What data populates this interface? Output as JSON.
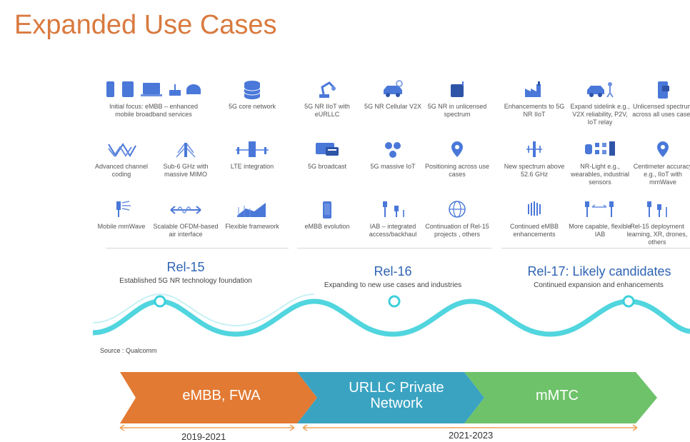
{
  "slide": {
    "title": "Expanded Use Cases",
    "source": "Source : Qualcomm"
  },
  "rel15": {
    "title": "Rel-15",
    "subtitle": "Established 5G NR technology foundation",
    "items": [
      {
        "label": "Initial focus: eMBB – enhanced mobile broadband services",
        "icon": "devices-icon"
      },
      {
        "label": "5G core network",
        "icon": "database-icon"
      },
      {
        "label": "Advanced channel coding",
        "icon": "channel-coding-icon"
      },
      {
        "label": "Sub-6 GHz with massive MIMO",
        "icon": "antenna-icon"
      },
      {
        "label": "LTE integration",
        "icon": "lte-integration-icon"
      },
      {
        "label": "Mobile mmWave",
        "icon": "mmwave-icon"
      },
      {
        "label": "Scalable OFDM-based air interface",
        "icon": "ofdm-icon"
      },
      {
        "label": "Flexible framework",
        "icon": "framework-icon"
      }
    ]
  },
  "rel16": {
    "title": "Rel-16",
    "subtitle": "Expanding to new use cases and industries",
    "items": [
      {
        "label": "5G NR IIoT with eURLLC",
        "icon": "robot-arm-icon"
      },
      {
        "label": "5G NR Cellular V2X",
        "icon": "car-icon"
      },
      {
        "label": "5G NR in unlicensed spectrum",
        "icon": "unlicensed-icon"
      },
      {
        "label": "5G broadcast",
        "icon": "broadcast-icon"
      },
      {
        "label": "5G massive IoT",
        "icon": "massive-iot-icon"
      },
      {
        "label": "Positioning across use cases",
        "icon": "location-pin-icon"
      },
      {
        "label": "eMBB evolution",
        "icon": "phone-icon"
      },
      {
        "label": "IAB – integrated access/backhaul",
        "icon": "iab-icon"
      },
      {
        "label": "Continuation of Rel-15 projects , others",
        "icon": "globe-icon"
      }
    ]
  },
  "rel17": {
    "title": "Rel-17: Likely candidates",
    "subtitle": "Continued expansion and enhancements",
    "items": [
      {
        "label": "Enhancements to 5G NR IIoT",
        "icon": "factory-icon"
      },
      {
        "label": "Expand sidelink e.g., V2X reliability, P2V, IoT relay",
        "icon": "sidelink-icon"
      },
      {
        "label": "Unlicensed spectrum across all uses cases",
        "icon": "unlicensed-phone-icon"
      },
      {
        "label": "New spectrum above 52.6 GHz",
        "icon": "spectrum-antenna-icon"
      },
      {
        "label": "NR-Light e.g., wearables, industrial sensors",
        "icon": "wearables-icon"
      },
      {
        "label": "Centimeter accuracy e.g., IIoT with mmWave",
        "icon": "location-pin-icon"
      },
      {
        "label": "Continued eMBB enhancements",
        "icon": "embb-antenna-icon"
      },
      {
        "label": "More capable, flexible IAB",
        "icon": "iab-icon"
      },
      {
        "label": "Rel-15 deployment learning, XR, drones, others",
        "icon": "towers-icon"
      }
    ]
  },
  "phases": [
    {
      "label": "eMBB, FWA",
      "color": "#e27a33"
    },
    {
      "label": "URLLC Private Network",
      "color": "#3aa3c2"
    },
    {
      "label": "mMTC",
      "color": "#6ec26a"
    }
  ],
  "timeline": {
    "range1": "2019-2021",
    "range2": "2021-2023",
    "arrow_color": "#f0a45a"
  },
  "colors": {
    "title": "#d97a3f",
    "rel_title": "#2e64b3",
    "icon": "#3d6fd6",
    "wave": "#3ed0da"
  }
}
